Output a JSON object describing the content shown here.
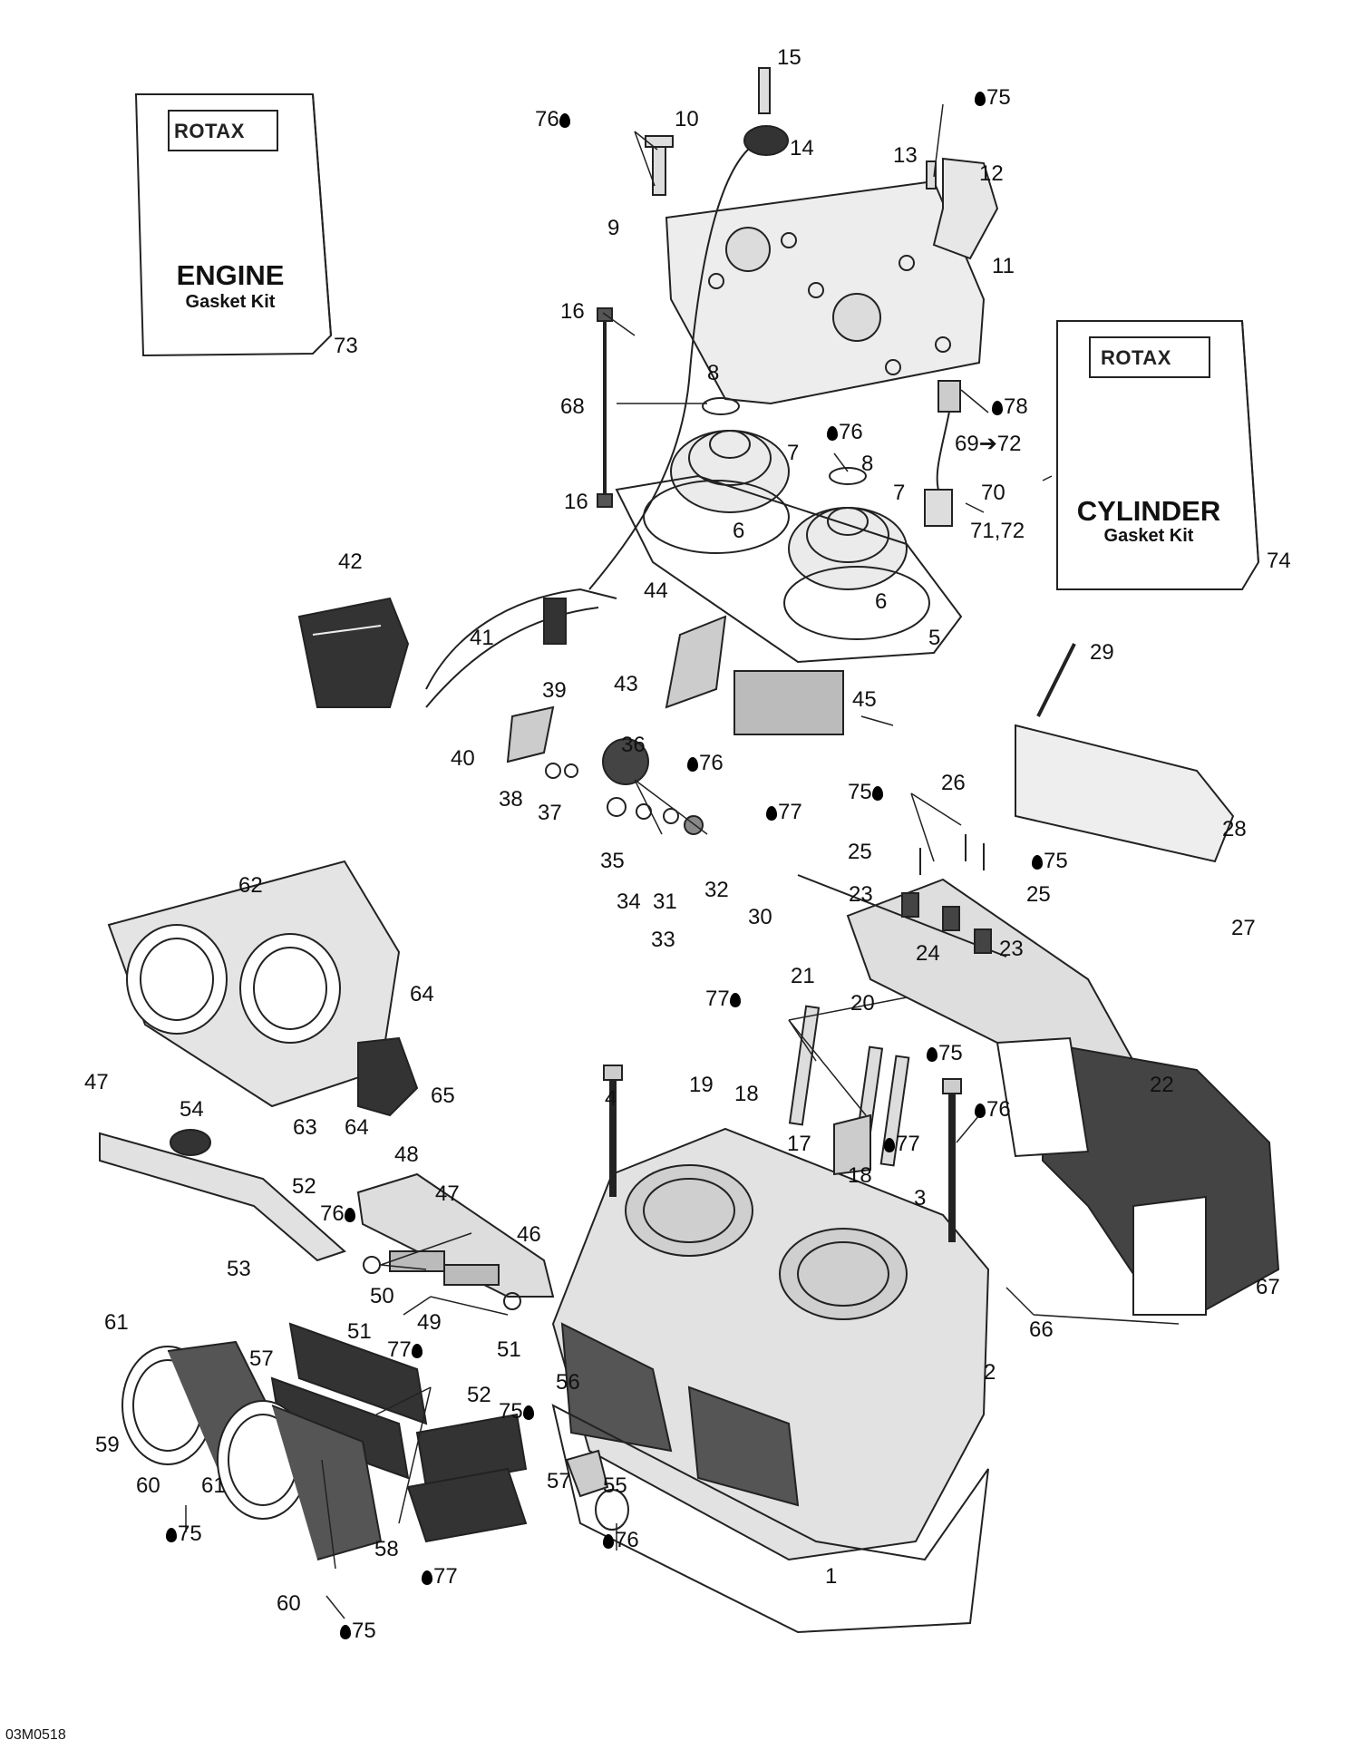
{
  "engine_kit": {
    "brand": "ROTAX",
    "title": "ENGINE",
    "subtitle": "Gasket Kit",
    "callout": "73"
  },
  "cylinder_kit": {
    "brand": "ROTAX",
    "title": "CYLINDER",
    "subtitle": "Gasket Kit",
    "callout": "74"
  },
  "callouts": [
    "15",
    "76",
    "10",
    "14",
    "75",
    "13",
    "12",
    "9",
    "11",
    "16",
    "73",
    "8",
    "68",
    "76",
    "78",
    "7",
    "8",
    "69➔72",
    "16",
    "7",
    "70",
    "6",
    "71,72",
    "74",
    "42",
    "44",
    "6",
    "41",
    "5",
    "43",
    "45",
    "29",
    "39",
    "40",
    "36",
    "76",
    "38",
    "37",
    "75",
    "26",
    "77",
    "28",
    "25",
    "75",
    "35",
    "34",
    "31",
    "32",
    "25",
    "33",
    "30",
    "23",
    "62",
    "24",
    "23",
    "27",
    "21",
    "64",
    "77",
    "20",
    "75",
    "65",
    "22",
    "47",
    "19",
    "18",
    "76",
    "4",
    "54",
    "63",
    "64",
    "17",
    "48",
    "77",
    "18",
    "3",
    "52",
    "76",
    "47",
    "46",
    "53",
    "50",
    "67",
    "49",
    "51",
    "51",
    "61",
    "66",
    "77",
    "57",
    "2",
    "52",
    "56",
    "75",
    "59",
    "61",
    "55",
    "60",
    "57",
    "75",
    "58",
    "1",
    "60",
    "77",
    "75",
    "76"
  ],
  "drawing_number": "03M0518"
}
